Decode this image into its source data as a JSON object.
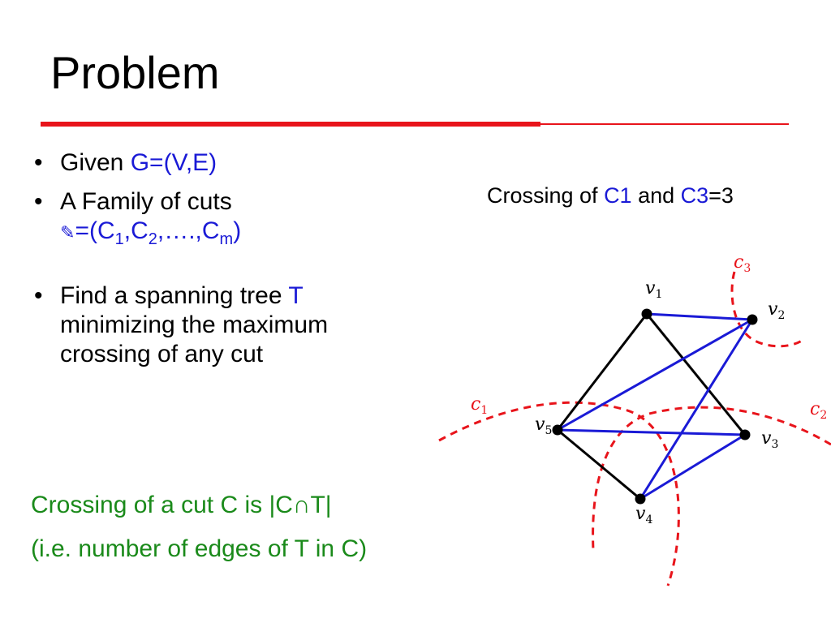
{
  "slide": {
    "title": "Problem",
    "bullets": {
      "b1_prefix": "Given ",
      "b1_graph": "G=(V,E)",
      "b2_line1": "A Family of cuts",
      "b2_symbol": "✎",
      "b2_eq": "=(C",
      "b2_sub1": "1",
      "b2_c2": ",C",
      "b2_sub2": "2",
      "b2_dots": ",….,C",
      "b2_subm": "m",
      "b2_close": ")",
      "b3_prefix": "Find a spanning tree ",
      "b3_T": "T",
      "b3_rest": "minimizing the maximum crossing of any cut",
      "bullet_char": "•"
    },
    "definition": {
      "line1": "Crossing of a cut  C is |C∩T|",
      "line2": "(i.e. number of edges of T in C)"
    },
    "figure_caption": {
      "prefix": "Crossing of ",
      "c1": "C1",
      "mid": " and ",
      "c3": "C3",
      "suffix": "=3"
    }
  },
  "graph": {
    "vertices": [
      {
        "id": "v1",
        "base": "v",
        "sub": "1"
      },
      {
        "id": "v2",
        "base": "v",
        "sub": "2"
      },
      {
        "id": "v3",
        "base": "v",
        "sub": "3"
      },
      {
        "id": "v4",
        "base": "v",
        "sub": "4"
      },
      {
        "id": "v5",
        "base": "v",
        "sub": "5"
      }
    ],
    "black_edges": [
      [
        "v1",
        "v5"
      ],
      [
        "v1",
        "v3"
      ],
      [
        "v5",
        "v4"
      ]
    ],
    "tree_edges": [
      [
        "v1",
        "v2"
      ],
      [
        "v5",
        "v2"
      ],
      [
        "v4",
        "v2"
      ],
      [
        "v5",
        "v3"
      ],
      [
        "v4",
        "v3"
      ]
    ],
    "cuts": [
      {
        "id": "c1",
        "base": "c",
        "sub": "1"
      },
      {
        "id": "c2",
        "base": "c",
        "sub": "2"
      },
      {
        "id": "c3",
        "base": "c",
        "sub": "3"
      }
    ],
    "colors": {
      "tree": "#1a1ad6",
      "edge": "#000000",
      "cut": "#e8141b",
      "title_rule": "#e8141b",
      "accent_blue": "#1a1ad6",
      "accent_green": "#1a8a1a"
    }
  }
}
